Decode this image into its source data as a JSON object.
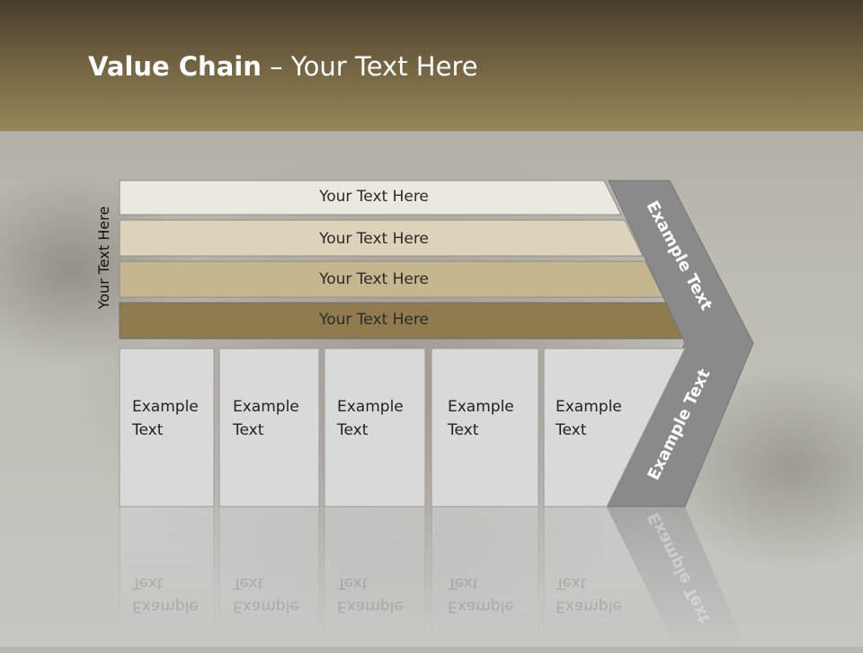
{
  "title": {
    "bold": "Value Chain",
    "rest": " – Your Text Here"
  },
  "vertical_label": "Your Text Here",
  "bars": [
    {
      "label": "Your Text Here",
      "color": "#ece8df"
    },
    {
      "label": "Your Text Here",
      "color": "#ddd3ba"
    },
    {
      "label": "Your Text Here",
      "color": "#c6b68f"
    },
    {
      "label": "Your Text Here",
      "color": "#8f7b4e"
    }
  ],
  "boxes": [
    {
      "label": "Example\nText"
    },
    {
      "label": "Example\nText"
    },
    {
      "label": "Example\nText"
    },
    {
      "label": "Example\nText"
    },
    {
      "label": "Example\nText"
    }
  ],
  "chevron": {
    "upper": "Example Text",
    "lower": "Example Text",
    "color": "#8a8a8a"
  },
  "colors": {
    "header": "#998658",
    "box_fill": "#d9d9d9"
  }
}
